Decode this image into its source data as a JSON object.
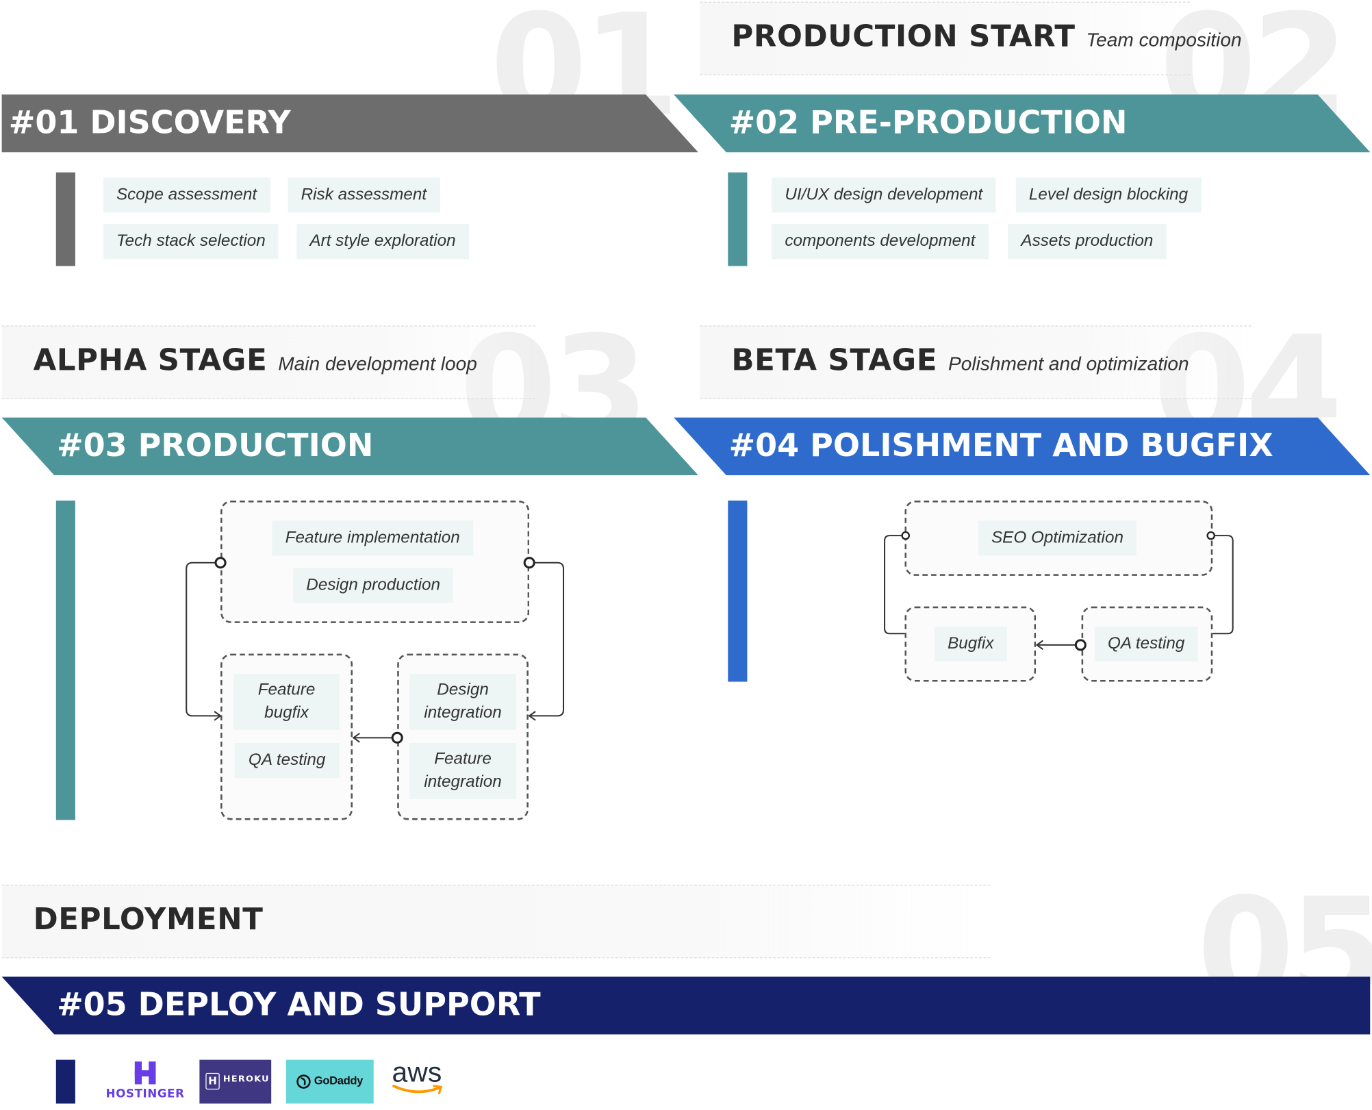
{
  "big_numbers": [
    "01",
    "02",
    "03",
    "04",
    "05"
  ],
  "stages": {
    "production_start": {
      "title": "PRODUCTION START",
      "subtitle": "Team composition"
    },
    "alpha": {
      "title": "ALPHA STAGE",
      "subtitle": "Main development loop"
    },
    "beta": {
      "title": "BETA STAGE",
      "subtitle": "Polishment and optimization"
    },
    "deployment": {
      "title": "DEPLOYMENT"
    }
  },
  "phases": {
    "discovery": {
      "label": "#01 DISCOVERY",
      "color": "#6d6d6d",
      "tasks": [
        "Scope assessment",
        "Risk assessment",
        "Tech stack selection",
        "Art style exploration"
      ]
    },
    "preproduction": {
      "label": "#02 PRE-PRODUCTION",
      "color": "#4d9599",
      "tasks": [
        "UI/UX design development",
        "Level design blocking",
        "components development",
        "Assets production"
      ]
    },
    "production": {
      "label": "#03 PRODUCTION",
      "color": "#4d9599",
      "top": [
        "Feature implementation",
        "Design production"
      ],
      "left": [
        "Feature bugfix",
        "QA testing"
      ],
      "right": [
        "Design integration",
        "Feature integration"
      ]
    },
    "polish": {
      "label": "#04 POLISHMENT AND BUGFIX",
      "color": "#2f6bcc",
      "top": "SEO Optimization",
      "left": "Bugfix",
      "right": "QA testing"
    },
    "deploy": {
      "label": "#05 DEPLOY AND SUPPORT",
      "color": "#15226b"
    }
  },
  "logos": {
    "hostinger": {
      "name": "HOSTINGER",
      "mark": "H",
      "color": "#673de6"
    },
    "heroku": {
      "name": "HEROKU",
      "mark": "H",
      "color": "#3f3782"
    },
    "godaddy": {
      "name": "GoDaddy",
      "color": "#1bdbdb"
    },
    "aws": {
      "name": "aws",
      "color": "#ff9900"
    }
  }
}
